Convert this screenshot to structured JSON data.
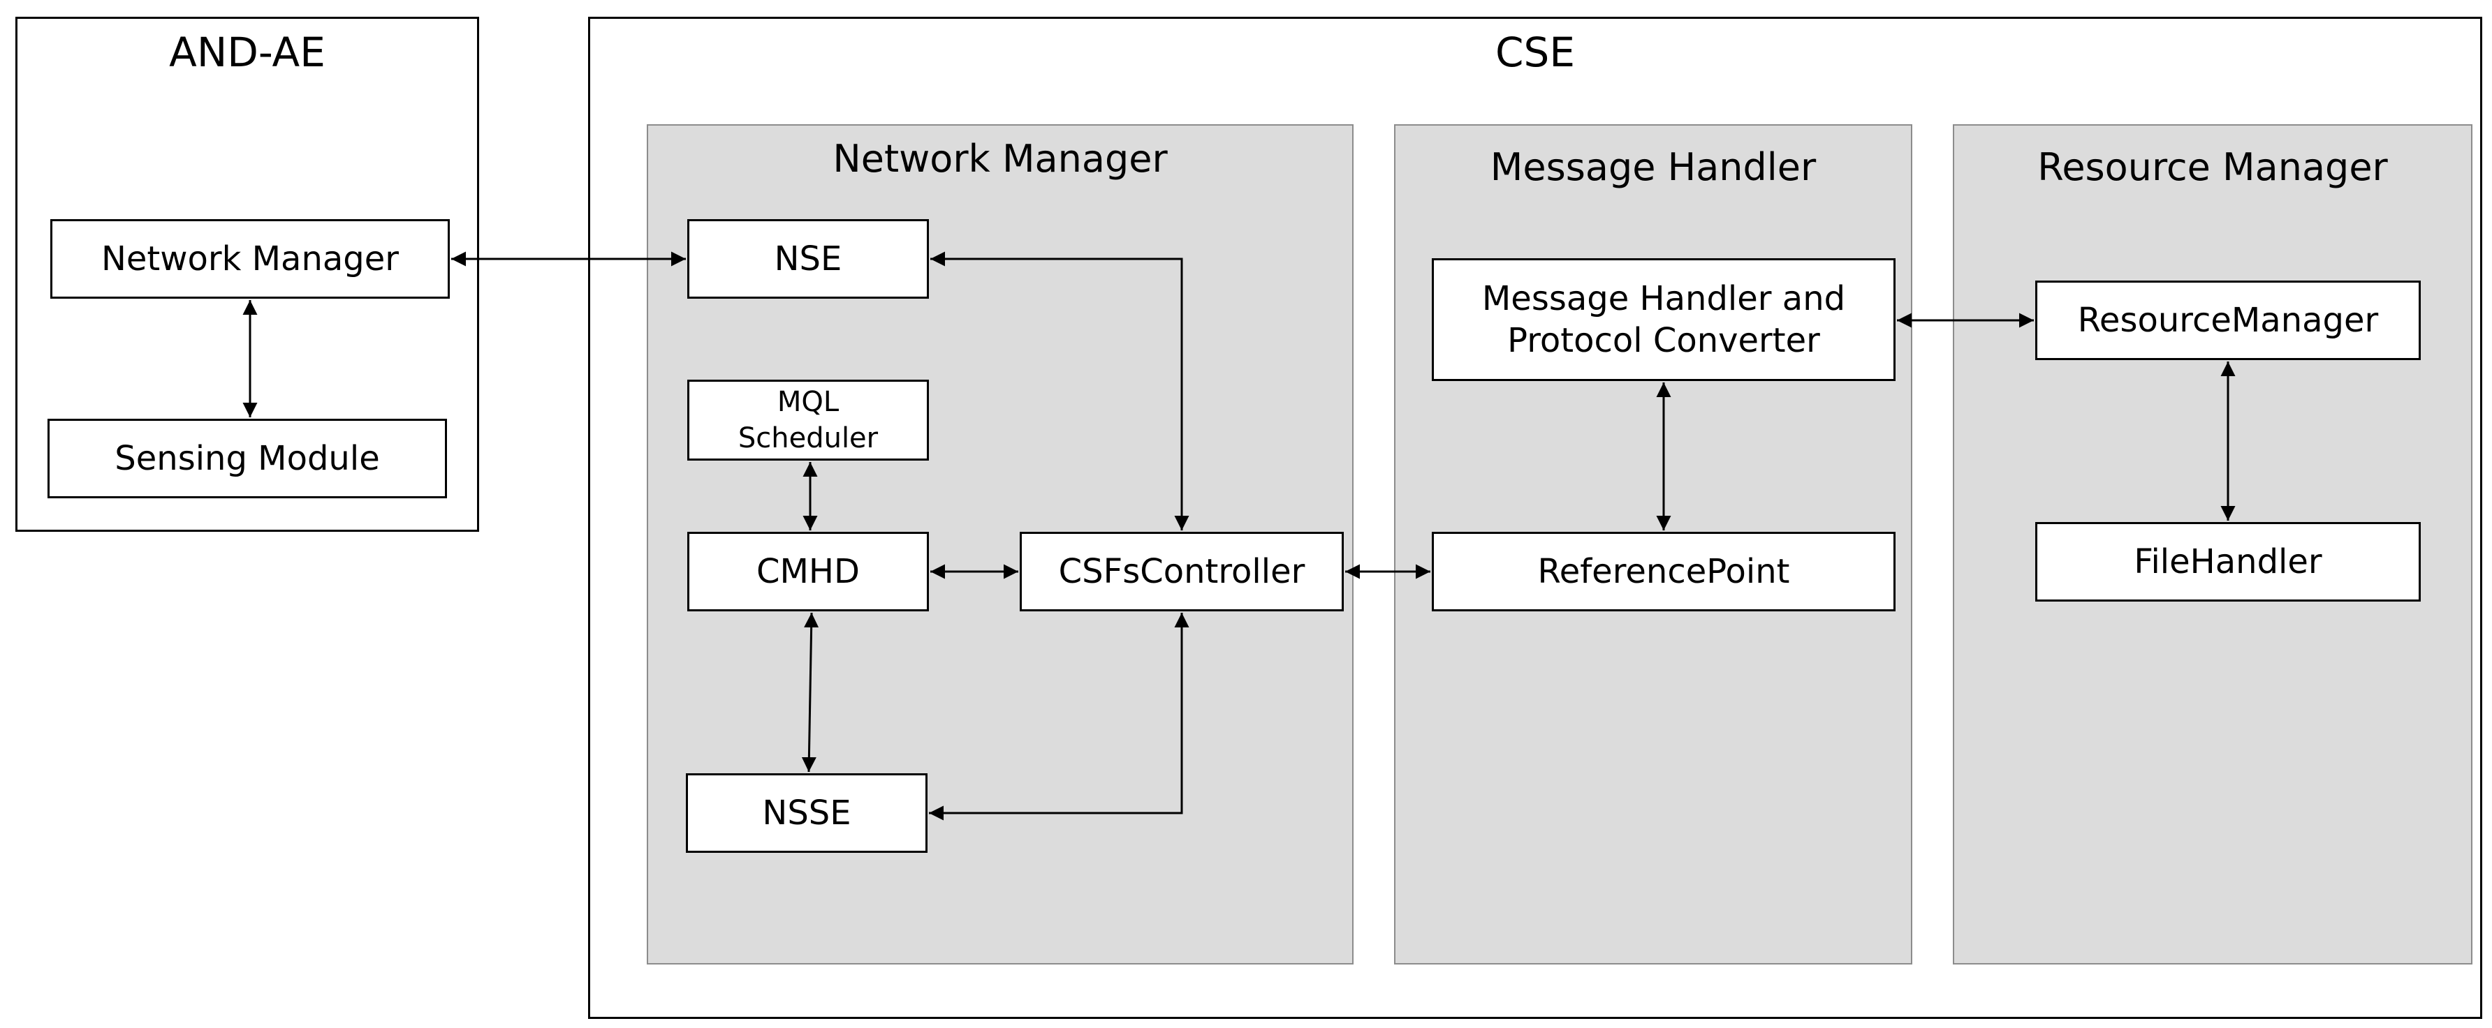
{
  "and_ae": {
    "title": "AND-AE",
    "network_manager": "Network Manager",
    "sensing_module": "Sensing Module"
  },
  "cse": {
    "title": "CSE",
    "network_manager_panel": {
      "title": "Network Manager",
      "nse": "NSE",
      "mql_scheduler": [
        "MQL",
        "Scheduler"
      ],
      "cmhd": "CMHD",
      "csfs_controller": "CSFsController",
      "nsse": "NSSE"
    },
    "message_handler_panel": {
      "title": "Message Handler",
      "message_handler_protocol": [
        "Message Handler and",
        "Protocol Converter"
      ],
      "reference_point": "ReferencePoint"
    },
    "resource_manager_panel": {
      "title": "Resource Manager",
      "resource_manager": "ResourceManager",
      "file_handler": "FileHandler"
    }
  }
}
